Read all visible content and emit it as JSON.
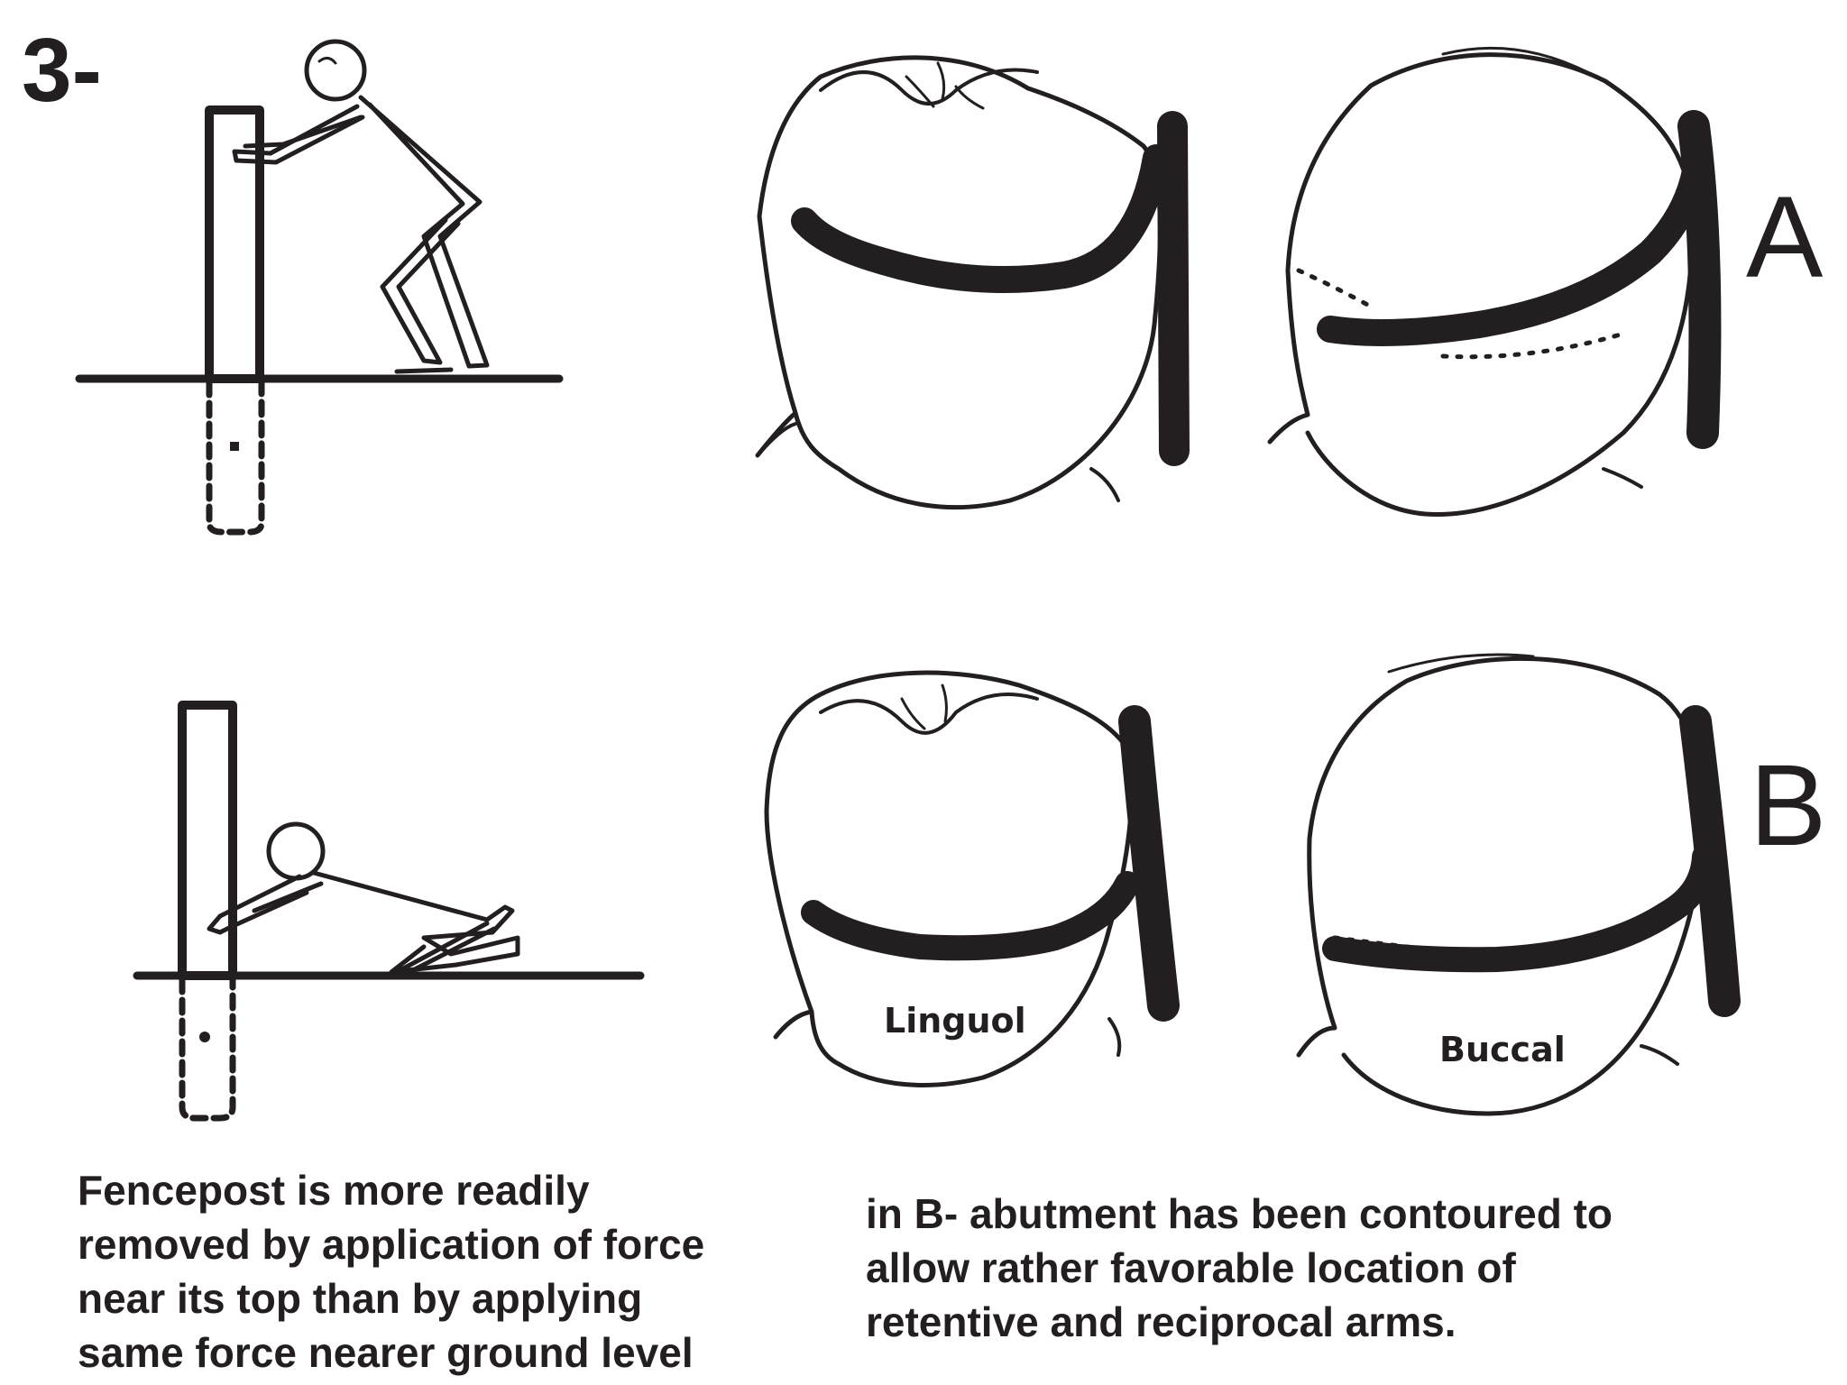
{
  "figure": {
    "number": "3-"
  },
  "rows": [
    {
      "label": "A"
    },
    {
      "label": "B"
    }
  ],
  "tooth_labels": {
    "lingual": "Linguol",
    "buccal": "Buccal"
  },
  "captions": {
    "left": [
      "Fencepost is more readily",
      "removed by application of force",
      "near its top than by applying",
      "same force nearer ground level"
    ],
    "right": [
      "in  B- abutment has been contoured to",
      "allow rather favorable location of",
      "retentive and reciprocal arms."
    ]
  },
  "colors": {
    "ink": "#231f20",
    "background": "#ffffff"
  }
}
